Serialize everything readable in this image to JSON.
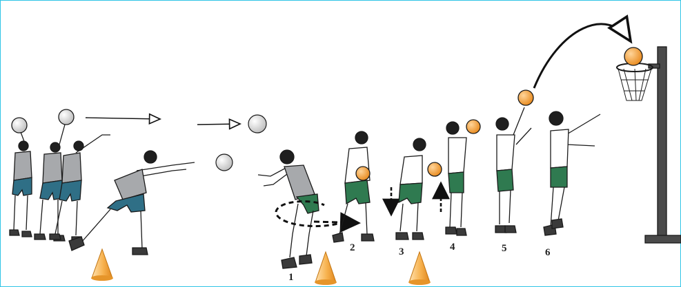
{
  "step_labels": [
    "1",
    "2",
    "3",
    "4",
    "5",
    "6"
  ],
  "colors": {
    "frame": "#2ec4e6",
    "shirt_grey": "#a7a9ac",
    "shirt_white": "#ffffff",
    "shorts_blue": "#2f6f86",
    "shorts_green": "#2f7a50",
    "ball_white": "#f2f2f2",
    "ball_orange": "#f5a623",
    "cone_orange": "#f4a640",
    "pole": "#4a4a4a",
    "skin": "#ffffff",
    "outline": "#1a1a1a"
  },
  "icons": [
    "pass-arrow-icon",
    "dribble-path-icon",
    "down-arrow-icon",
    "up-arrow-icon",
    "shot-arc-icon",
    "cone-icon",
    "basketball-hoop-icon"
  ]
}
